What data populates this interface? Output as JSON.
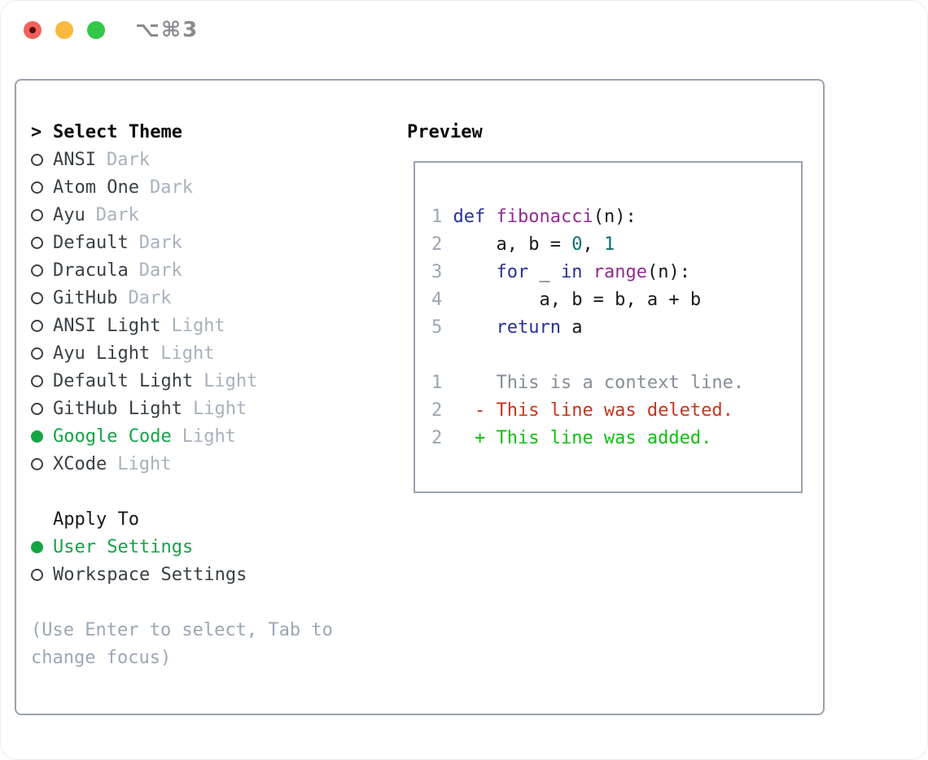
{
  "titlebar": {
    "title": "⌥⌘3"
  },
  "theme_list": {
    "prefix": ">",
    "title": "Select Theme",
    "items": [
      {
        "name": "ANSI",
        "variant": "Dark",
        "selected": false
      },
      {
        "name": "Atom One",
        "variant": "Dark",
        "selected": false
      },
      {
        "name": "Ayu",
        "variant": "Dark",
        "selected": false
      },
      {
        "name": "Default",
        "variant": "Dark",
        "selected": false
      },
      {
        "name": "Dracula",
        "variant": "Dark",
        "selected": false
      },
      {
        "name": "GitHub",
        "variant": "Dark",
        "selected": false
      },
      {
        "name": "ANSI Light",
        "variant": "Light",
        "selected": false
      },
      {
        "name": "Ayu Light",
        "variant": "Light",
        "selected": false
      },
      {
        "name": "Default Light",
        "variant": "Light",
        "selected": false
      },
      {
        "name": "GitHub Light",
        "variant": "Light",
        "selected": false
      },
      {
        "name": "Google Code",
        "variant": "Light",
        "selected": true
      },
      {
        "name": "XCode",
        "variant": "Light",
        "selected": false
      }
    ]
  },
  "apply_to": {
    "title": "Apply To",
    "options": [
      {
        "name": "User Settings",
        "selected": true
      },
      {
        "name": "Workspace Settings",
        "selected": false
      }
    ]
  },
  "help": {
    "line1": "(Use Enter to select, Tab to",
    "line2": "change focus)"
  },
  "preview": {
    "title": "Preview",
    "code": [
      {
        "n": "1 ",
        "s": [
          {
            "t": "def ",
            "c": "kwd"
          },
          {
            "t": "fibonacci",
            "c": "typ"
          },
          {
            "t": "(n):",
            "c": "pln"
          }
        ]
      },
      {
        "n": "2 ",
        "s": [
          {
            "t": "    a, b = ",
            "c": "pln"
          },
          {
            "t": "0",
            "c": "lit"
          },
          {
            "t": ", ",
            "c": "pln"
          },
          {
            "t": "1",
            "c": "lit"
          }
        ]
      },
      {
        "n": "3 ",
        "s": [
          {
            "t": "    ",
            "c": "pln"
          },
          {
            "t": "for",
            "c": "kwd"
          },
          {
            "t": " _ ",
            "c": "pln"
          },
          {
            "t": "in",
            "c": "kwd"
          },
          {
            "t": " ",
            "c": "pln"
          },
          {
            "t": "range",
            "c": "typ"
          },
          {
            "t": "(n):",
            "c": "pln"
          }
        ]
      },
      {
        "n": "4 ",
        "s": [
          {
            "t": "        a, b = b, a + b",
            "c": "pln"
          }
        ]
      },
      {
        "n": "5 ",
        "s": [
          {
            "t": "    ",
            "c": "pln"
          },
          {
            "t": "return",
            "c": "kwd"
          },
          {
            "t": " a",
            "c": "pln"
          }
        ]
      },
      {
        "n": "",
        "s": []
      },
      {
        "n": "1 ",
        "s": [
          {
            "t": "    This is a context line.",
            "c": "ctx"
          }
        ]
      },
      {
        "n": "2 ",
        "s": [
          {
            "t": "  - This line was deleted.",
            "c": "del"
          }
        ]
      },
      {
        "n": "2 ",
        "s": [
          {
            "t": "  + This line was added.",
            "c": "add"
          }
        ]
      }
    ]
  },
  "palette": {
    "panel_border": "#9aa3ae",
    "item_text": "#3a4046",
    "variant_text": "#a8b2bd",
    "selected_green": "#16a346",
    "help_text": "#9ca7b4",
    "line_number": "#9ba6b2",
    "keyword": "#283199",
    "function_name": "#8f2c90",
    "number_literal": "#0b6e6e",
    "plain_code": "#16181b",
    "diff_context": "#868e99",
    "diff_deleted": "#c5351d",
    "diff_added": "#0cc10c",
    "traffic_red": "#f2615a",
    "traffic_yellow": "#f7ba3e",
    "traffic_green": "#33c748",
    "title_gray": "#8b8b90"
  }
}
